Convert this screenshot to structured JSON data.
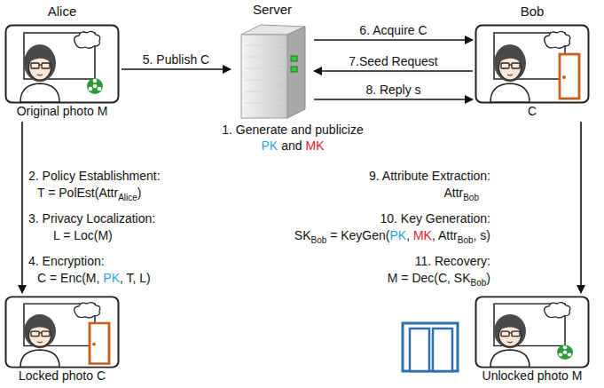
{
  "diagram": {
    "nodes": [
      {
        "text": [
          "Alice",
          "Original photo M"
        ]
      },
      {
        "text": [
          "Server"
        ]
      },
      {
        "text": [
          "Bob",
          "C"
        ]
      },
      {
        "text": [
          "Locked photo C"
        ]
      },
      {
        "text": [
          "Unlocked photo M"
        ]
      }
    ],
    "edges": [
      {
        "from": 0,
        "to": 1,
        "arrow": "to",
        "label": "5. Publish C"
      },
      {
        "from": 1,
        "to": 2,
        "arrow": "to",
        "label": "6. Acquire C"
      },
      {
        "from": 2,
        "to": 1,
        "arrow": "to",
        "label": "7.Seed Request"
      },
      {
        "from": 1,
        "to": 2,
        "arrow": "to",
        "label": "8. Reply s"
      },
      {
        "from": 0,
        "to": 3,
        "arrow": "to"
      },
      {
        "from": 2,
        "to": 4,
        "arrow": "to"
      }
    ],
    "labels": [
      "1. Generate and publicize",
      "PK",
      "and",
      "MK",
      "2. Policy Establishment:",
      "T = PolEst(Attr",
      "Alice",
      ")",
      "3. Privacy Localization:",
      "L = Loc(M)",
      "4. Encryption:",
      "C = Enc(M, ",
      "PK",
      ", T, L)",
      "9. Attribute Extraction:",
      "Attr",
      "Bob",
      "10. Key Generation:",
      "SK",
      "Bob",
      " = KeyGen(",
      "PK",
      ", ",
      "MK",
      ", Attr",
      "Bob",
      ", s)",
      "11. Recovery:",
      "M = Dec(C, SK",
      "Bob",
      ")"
    ]
  }
}
